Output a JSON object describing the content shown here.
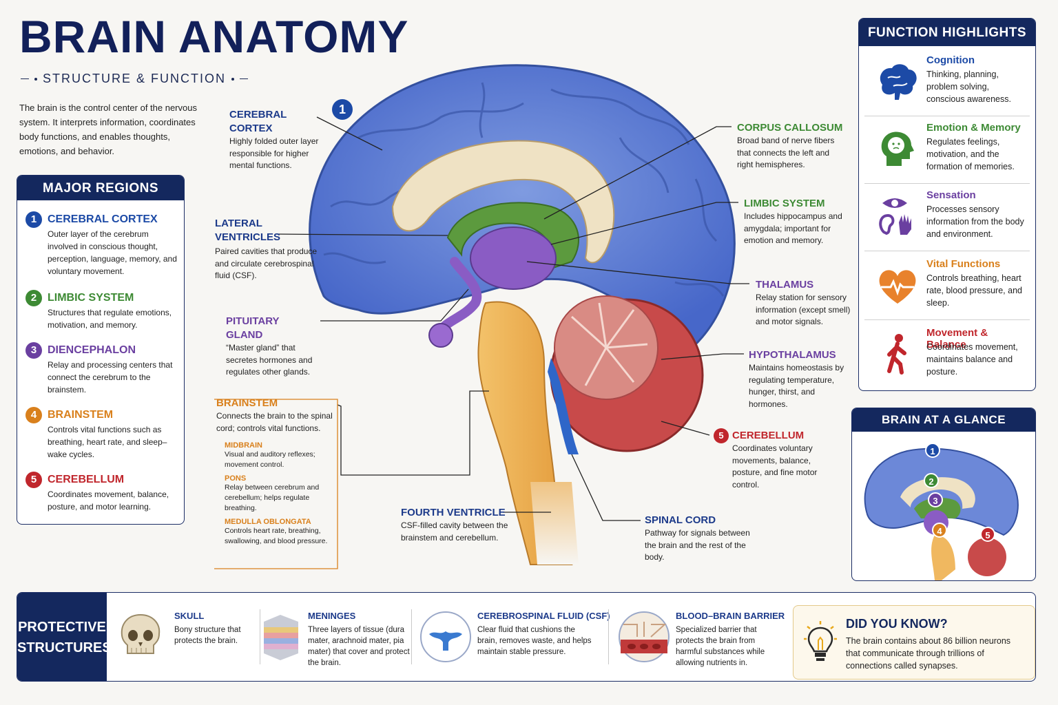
{
  "title": "BRAIN ANATOMY",
  "subtitle": "STRUCTURE & FUNCTION",
  "intro": "The brain is the control center of the nervous system. It interprets information, coordinates body functions, and enables thoughts, emotions, and behavior.",
  "colors": {
    "navy": "#14285e",
    "blue": "#1c3a8a",
    "green": "#3d8a34",
    "purple": "#6a3fa0",
    "orange": "#d9801c",
    "red": "#c0262c"
  },
  "major_regions": {
    "heading": "MAJOR REGIONS",
    "items": [
      {
        "num": "1",
        "title": "CEREBRAL CORTEX",
        "desc": "Outer layer of the cerebrum involved in conscious thought, perception, language, memory, and voluntary movement.",
        "color": "#1c4aa6"
      },
      {
        "num": "2",
        "title": "LIMBIC SYSTEM",
        "desc": "Structures that regulate emotions, motivation, and memory.",
        "color": "#3d8a34"
      },
      {
        "num": "3",
        "title": "DIENCEPHALON",
        "desc": "Relay and processing centers that connect the cerebrum to the brainstem.",
        "color": "#6a3fa0"
      },
      {
        "num": "4",
        "title": "BRAINSTEM",
        "desc": "Controls vital functions such as breathing, heart rate, and sleep–wake cycles.",
        "color": "#d9801c"
      },
      {
        "num": "5",
        "title": "CEREBELLUM",
        "desc": "Coordinates movement, balance, posture, and motor learning.",
        "color": "#c0262c"
      }
    ]
  },
  "labels": {
    "cortex": {
      "num": "1",
      "title": "CEREBRAL CORTEX",
      "desc": "Highly folded outer layer responsible for higher mental functions."
    },
    "lateral": {
      "title": "LATERAL VENTRICLES",
      "desc": "Paired cavities that produce and circulate cerebrospinal fluid (CSF)."
    },
    "pituitary": {
      "title": "PITUITARY GLAND",
      "desc": "“Master gland” that secretes hormones and regulates other glands."
    },
    "brainstem": {
      "title": "BRAINSTEM",
      "desc": "Connects the brain to the spinal cord; controls vital functions.",
      "sub": [
        {
          "title": "MIDBRAIN",
          "desc": "Visual and auditory reflexes; movement control."
        },
        {
          "title": "PONS",
          "desc": "Relay between cerebrum and cerebellum; helps regulate breathing."
        },
        {
          "title": "MEDULLA OBLONGATA",
          "desc": "Controls heart rate, breathing, swallowing, and blood pressure."
        }
      ]
    },
    "fourth": {
      "title": "FOURTH VENTRICLE",
      "desc": "CSF-filled cavity between the brainstem and cerebellum."
    },
    "spinal": {
      "title": "SPINAL CORD",
      "desc": "Pathway for signals between the brain and the rest of the body."
    },
    "corpus": {
      "title": "CORPUS CALLOSUM",
      "desc": "Broad band of nerve fibers that connects the left and right hemispheres."
    },
    "limbic": {
      "title": "LIMBIC SYSTEM",
      "desc": "Includes hippocampus and amygdala; important for emotion and memory."
    },
    "thalamus": {
      "title": "THALAMUS",
      "desc": "Relay station for sensory information (except smell) and motor signals."
    },
    "hypothalamus": {
      "title": "HYPOTHALAMUS",
      "desc": "Maintains homeostasis by regulating temperature, hunger, thirst, and hormones."
    },
    "cerebellum": {
      "num": "5",
      "title": "CEREBELLUM",
      "desc": "Coordinates voluntary movements, balance, posture, and fine motor control."
    }
  },
  "function_highlights": {
    "heading": "FUNCTION HIGHLIGHTS",
    "items": [
      {
        "title": "Cognition",
        "desc": "Thinking, planning, problem solving, conscious awareness.",
        "color": "#1c4aa6",
        "icon": "brain-icon"
      },
      {
        "title": "Emotion & Memory",
        "desc": "Regulates feelings, motivation, and the formation of memories.",
        "color": "#3d8a34",
        "icon": "head-emotion-icon"
      },
      {
        "title": "Sensation",
        "desc": "Processes sensory information from the body and environment.",
        "color": "#6a3fa0",
        "icon": "senses-icon"
      },
      {
        "title": "Vital Functions",
        "desc": "Controls breathing, heart rate, blood pressure, and sleep.",
        "color": "#d9801c",
        "icon": "heartbeat-icon"
      },
      {
        "title": "Movement & Balance",
        "desc": "Coordinates movement, maintains balance and posture.",
        "color": "#c0262c",
        "icon": "walking-person-icon"
      }
    ]
  },
  "glance": {
    "heading": "BRAIN AT A GLANCE",
    "markers": [
      "1",
      "2",
      "3",
      "4",
      "5"
    ]
  },
  "protective": {
    "heading": "PROTECTIVE STRUCTURES",
    "items": [
      {
        "title": "SKULL",
        "desc": "Bony structure that protects the brain.",
        "icon": "skull-icon"
      },
      {
        "title": "MENINGES",
        "desc": "Three layers of tissue (dura mater, arachnoid mater, pia mater) that cover and protect the brain.",
        "icon": "meninges-layers-icon"
      },
      {
        "title": "CEREBROSPINAL FLUID (CSF)",
        "desc": "Clear fluid that cushions the brain, removes waste, and helps maintain stable pressure.",
        "icon": "csf-icon"
      },
      {
        "title": "BLOOD–BRAIN BARRIER",
        "desc": "Specialized barrier that protects the brain from harmful substances while allowing nutrients in.",
        "icon": "blood-vessel-icon"
      }
    ],
    "did_you_know": {
      "title": "DID YOU KNOW?",
      "desc": "The brain contains about 86 billion neurons that communicate through trillions of connections called synapses.",
      "icon": "lightbulb-icon"
    }
  }
}
